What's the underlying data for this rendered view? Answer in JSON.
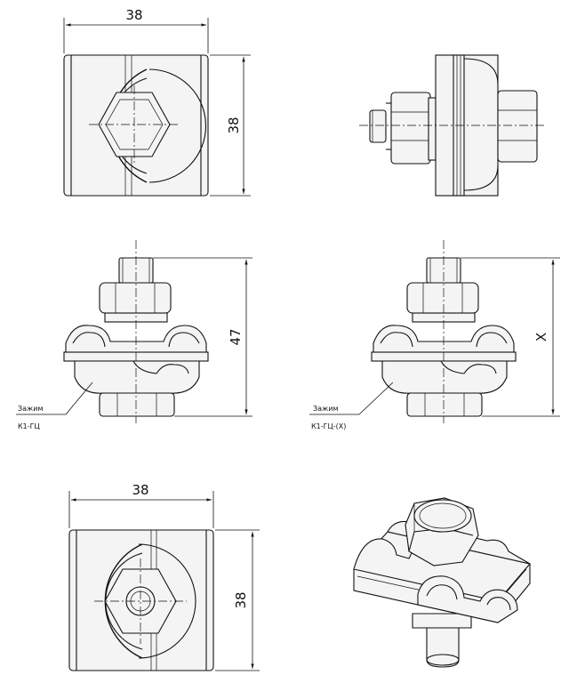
{
  "drawing": {
    "top_left_view": {
      "width_dim": "38",
      "height_dim": "38"
    },
    "mid_left_view": {
      "height_dim": "47",
      "label_line1": "Зажим",
      "label_line2": "К1-ГЦ"
    },
    "mid_right_view": {
      "height_dim": "X",
      "label_line1": "Зажим",
      "label_line2": "К1-ГЦ-(Х)"
    },
    "bottom_left_view": {
      "width_dim": "38",
      "height_dim": "38"
    }
  }
}
